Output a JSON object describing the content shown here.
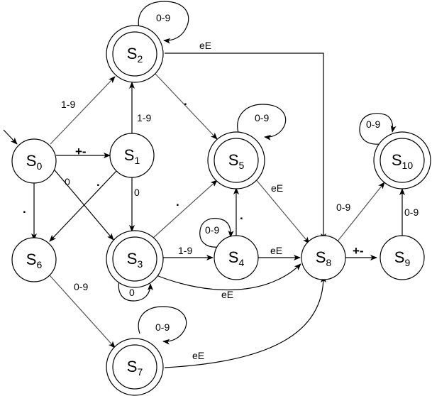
{
  "colors": {
    "stroke": "#000000",
    "edge_gray": "#555555",
    "fill": "#ffffff"
  },
  "states": [
    {
      "id": "S0",
      "base": "S",
      "sub": "0"
    },
    {
      "id": "S1",
      "base": "S",
      "sub": "1"
    },
    {
      "id": "S2",
      "base": "S",
      "sub": "2",
      "accepting": true
    },
    {
      "id": "S3",
      "base": "S",
      "sub": "3",
      "accepting": true
    },
    {
      "id": "S4",
      "base": "S",
      "sub": "4"
    },
    {
      "id": "S5",
      "base": "S",
      "sub": "5",
      "accepting": true
    },
    {
      "id": "S6",
      "base": "S",
      "sub": "6"
    },
    {
      "id": "S7",
      "base": "S",
      "sub": "7",
      "accepting": true
    },
    {
      "id": "S8",
      "base": "S",
      "sub": "8"
    },
    {
      "id": "S9",
      "base": "S",
      "sub": "9"
    },
    {
      "id": "S10",
      "base": "S",
      "sub": "10",
      "accepting": true
    }
  ],
  "transitions": [
    {
      "id": "s2-self",
      "label": "0-9"
    },
    {
      "id": "s2-s8",
      "label": "eE"
    },
    {
      "id": "s0-s2",
      "label": "1-9"
    },
    {
      "id": "s1-s2",
      "label": "1-9"
    },
    {
      "id": "s2-s5",
      "label": "."
    },
    {
      "id": "s5-self",
      "label": "0-9"
    },
    {
      "id": "s0-s1",
      "label": "+-"
    },
    {
      "id": "s0-s3",
      "label": "0"
    },
    {
      "id": "s1-s6",
      "label": "."
    },
    {
      "id": "s1-s3",
      "label": "0"
    },
    {
      "id": "s0-s6",
      "label": "."
    },
    {
      "id": "s5-s8",
      "label": "eE"
    },
    {
      "id": "s3-s5",
      "label": "."
    },
    {
      "id": "s4-s5",
      "label": "."
    },
    {
      "id": "s4-self",
      "label": "0-9"
    },
    {
      "id": "s3-s4",
      "label": "1-9"
    },
    {
      "id": "s4-s8",
      "label": "eE"
    },
    {
      "id": "s8-s9",
      "label": "+-"
    },
    {
      "id": "s8-s10",
      "label": "0-9"
    },
    {
      "id": "s9-s10",
      "label": "0-9"
    },
    {
      "id": "s10-self",
      "label": "0-9"
    },
    {
      "id": "s3-self",
      "label": "0"
    },
    {
      "id": "s3-s8",
      "label": "eE"
    },
    {
      "id": "s6-s7",
      "label": "0-9"
    },
    {
      "id": "s7-self",
      "label": "0-9"
    },
    {
      "id": "s7-s8",
      "label": "eE"
    }
  ]
}
